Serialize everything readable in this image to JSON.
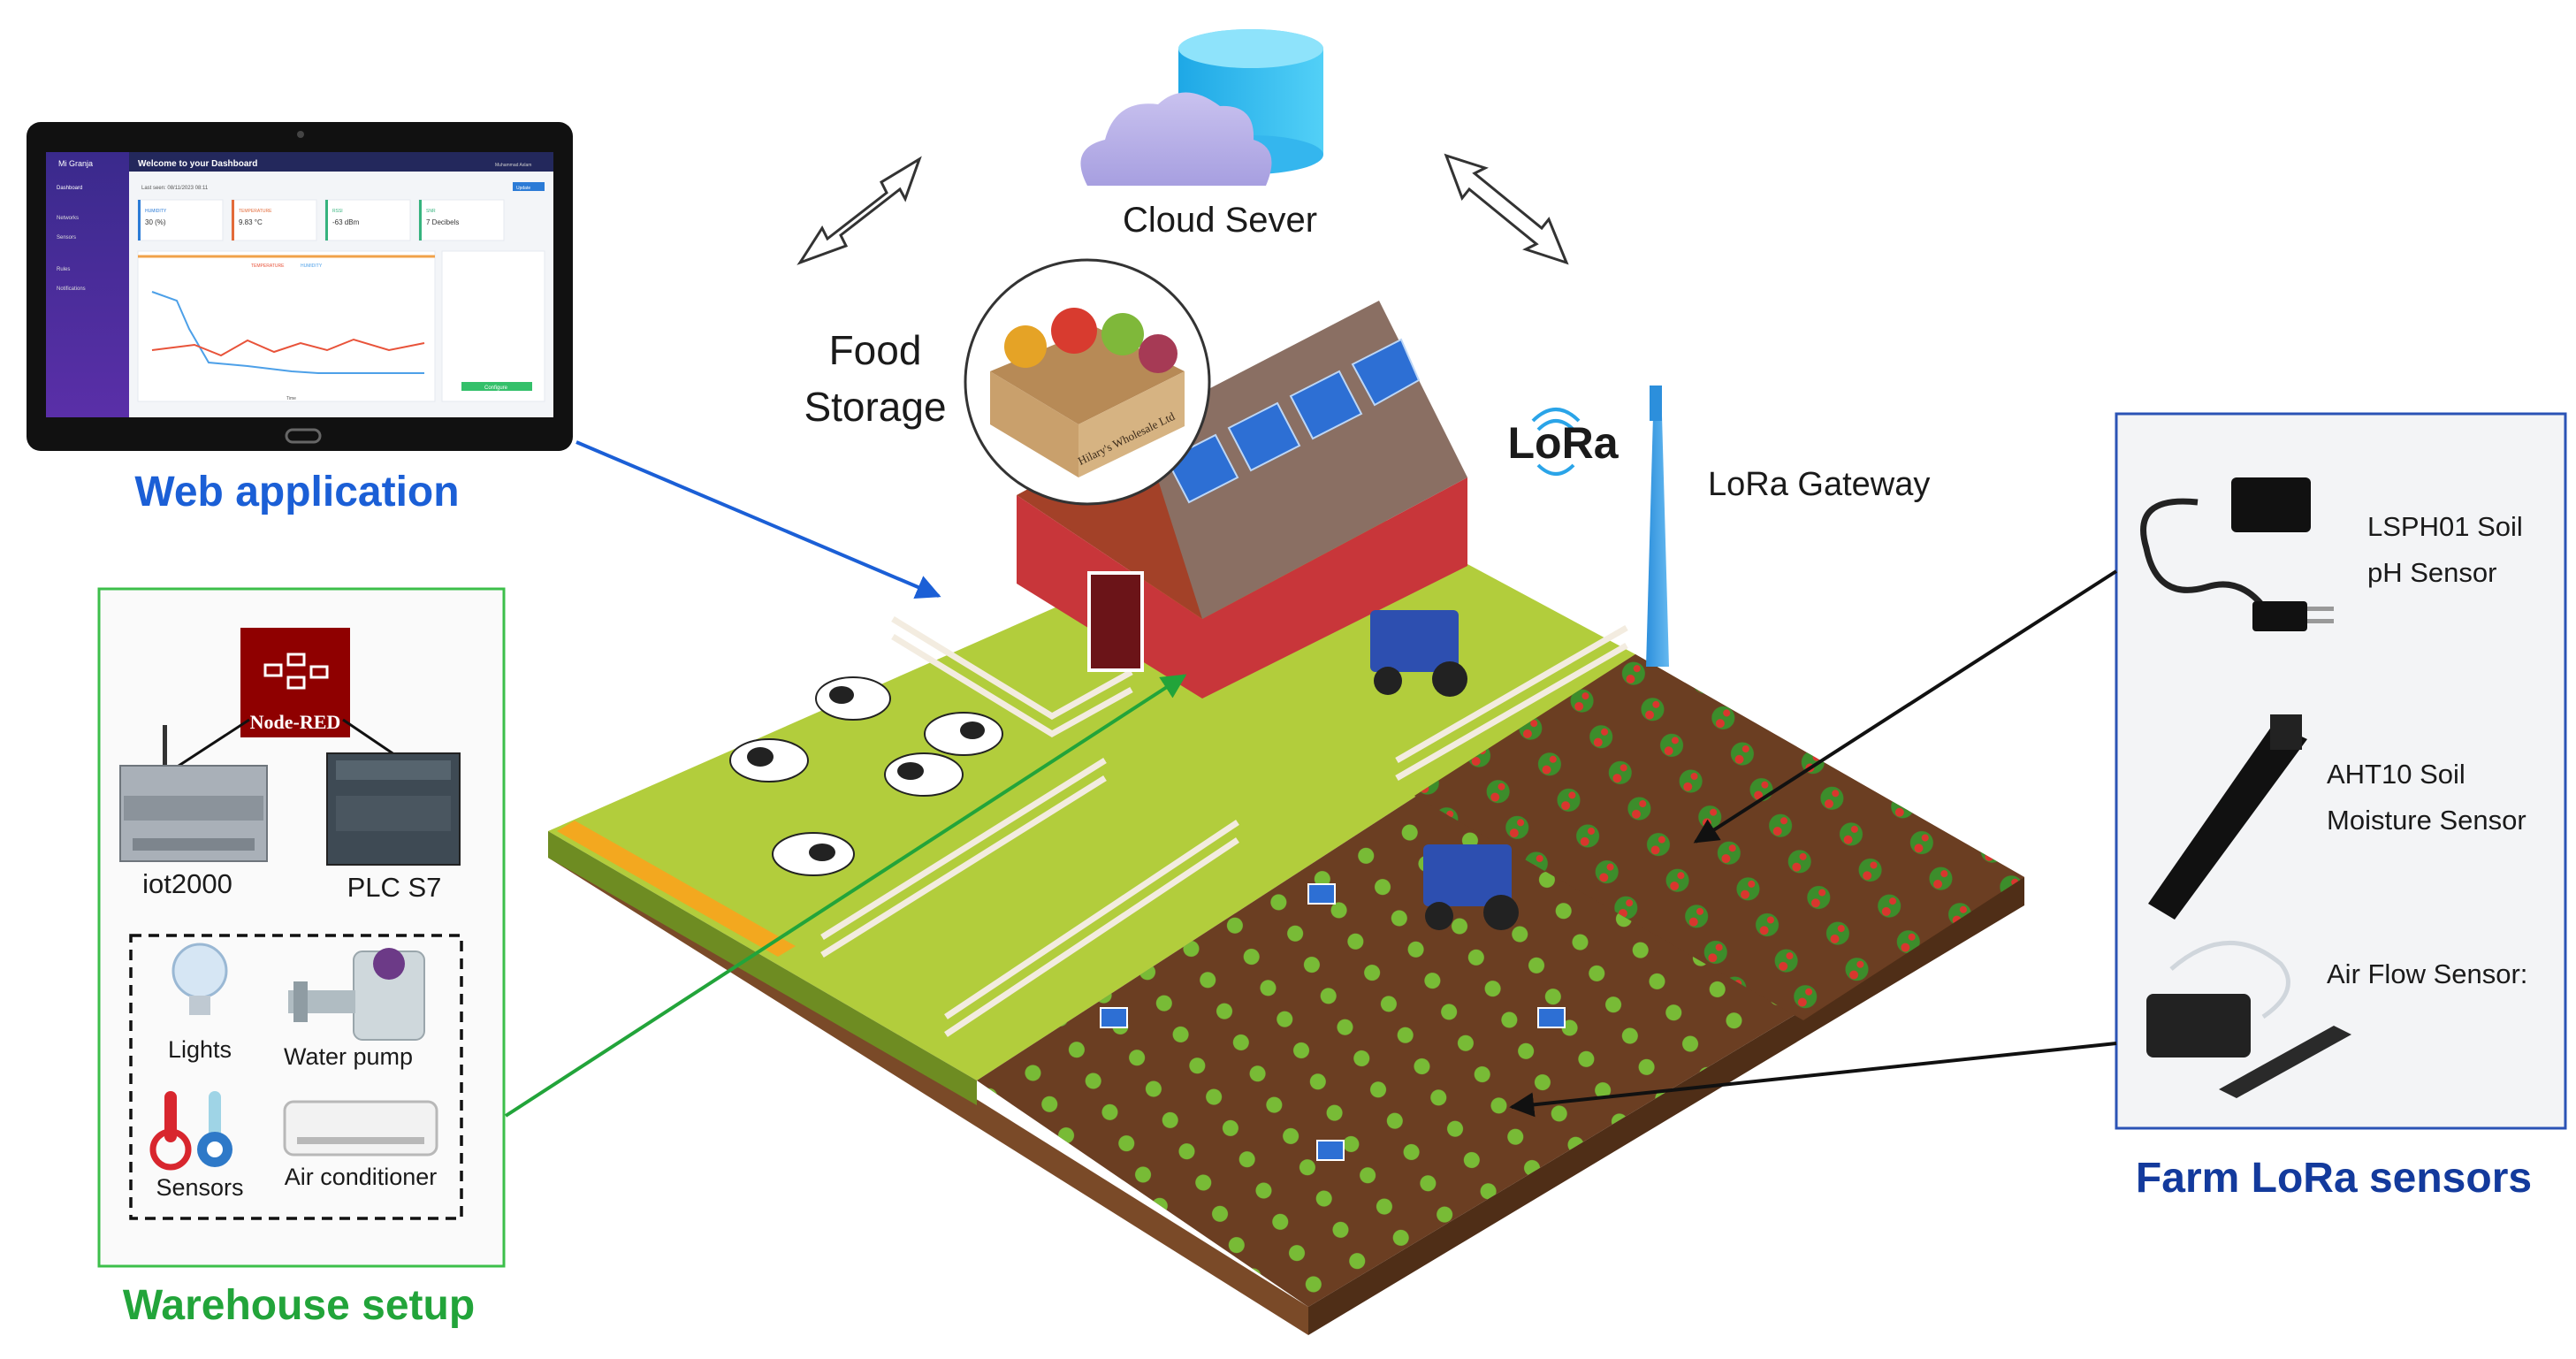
{
  "labels": {
    "web_application": "Web application",
    "cloud_server": "Cloud Sever",
    "food_storage_line1": "Food",
    "food_storage_line2": "Storage",
    "lora_logo": "LoRa",
    "lora_gateway": "LoRa Gateway",
    "warehouse_setup": "Warehouse setup",
    "farm_lora_sensors": "Farm LoRa sensors",
    "crate_text": "Hilary's Wholesale Ltd"
  },
  "warehouse": {
    "node_red": "Node-RED",
    "iot2000": "iot2000",
    "plc": "PLC S7",
    "devices": {
      "lights": "Lights",
      "water_pump": "Water pump",
      "sensors": "Sensors",
      "air_conditioner": "Air conditioner"
    }
  },
  "sensors": {
    "s1_line1": "LSPH01 Soil",
    "s1_line2": "pH Sensor",
    "s2_line1": "AHT10 Soil",
    "s2_line2": "Moisture Sensor",
    "s3": "Air Flow Sensor:"
  },
  "dashboard": {
    "brand": "Mi Granja",
    "header": "Welcome to your Dashboard",
    "last_seen": "Last seen: 08/11/2023 08:11",
    "user": "Muhammad Aslam",
    "menu": [
      "Dashboard",
      "Networks",
      "Sensors",
      "Rules",
      "Notifications"
    ],
    "cards": [
      {
        "label": "HUMIDITY",
        "value": "30 (%)"
      },
      {
        "label": "TEMPERATURE",
        "value": "9.83 °C"
      },
      {
        "label": "RSSI",
        "value": "-63 dBm"
      },
      {
        "label": "SNR",
        "value": "7 Decibels"
      }
    ],
    "legend": [
      "TEMPERATURE",
      "HUMIDITY"
    ],
    "chart_xlabel": "Time",
    "config_button": "Configure",
    "update_button": "Update"
  },
  "colors": {
    "web_arrow": "#1b5fd6",
    "warehouse_arrow": "#22a43a",
    "warehouse_box": "#3cbf4a",
    "sensor_box": "#2b53b5",
    "grass": "#a9c93a",
    "soil": "#6b3e22",
    "barn": "#c8363a",
    "roof": "#8a6f63"
  }
}
